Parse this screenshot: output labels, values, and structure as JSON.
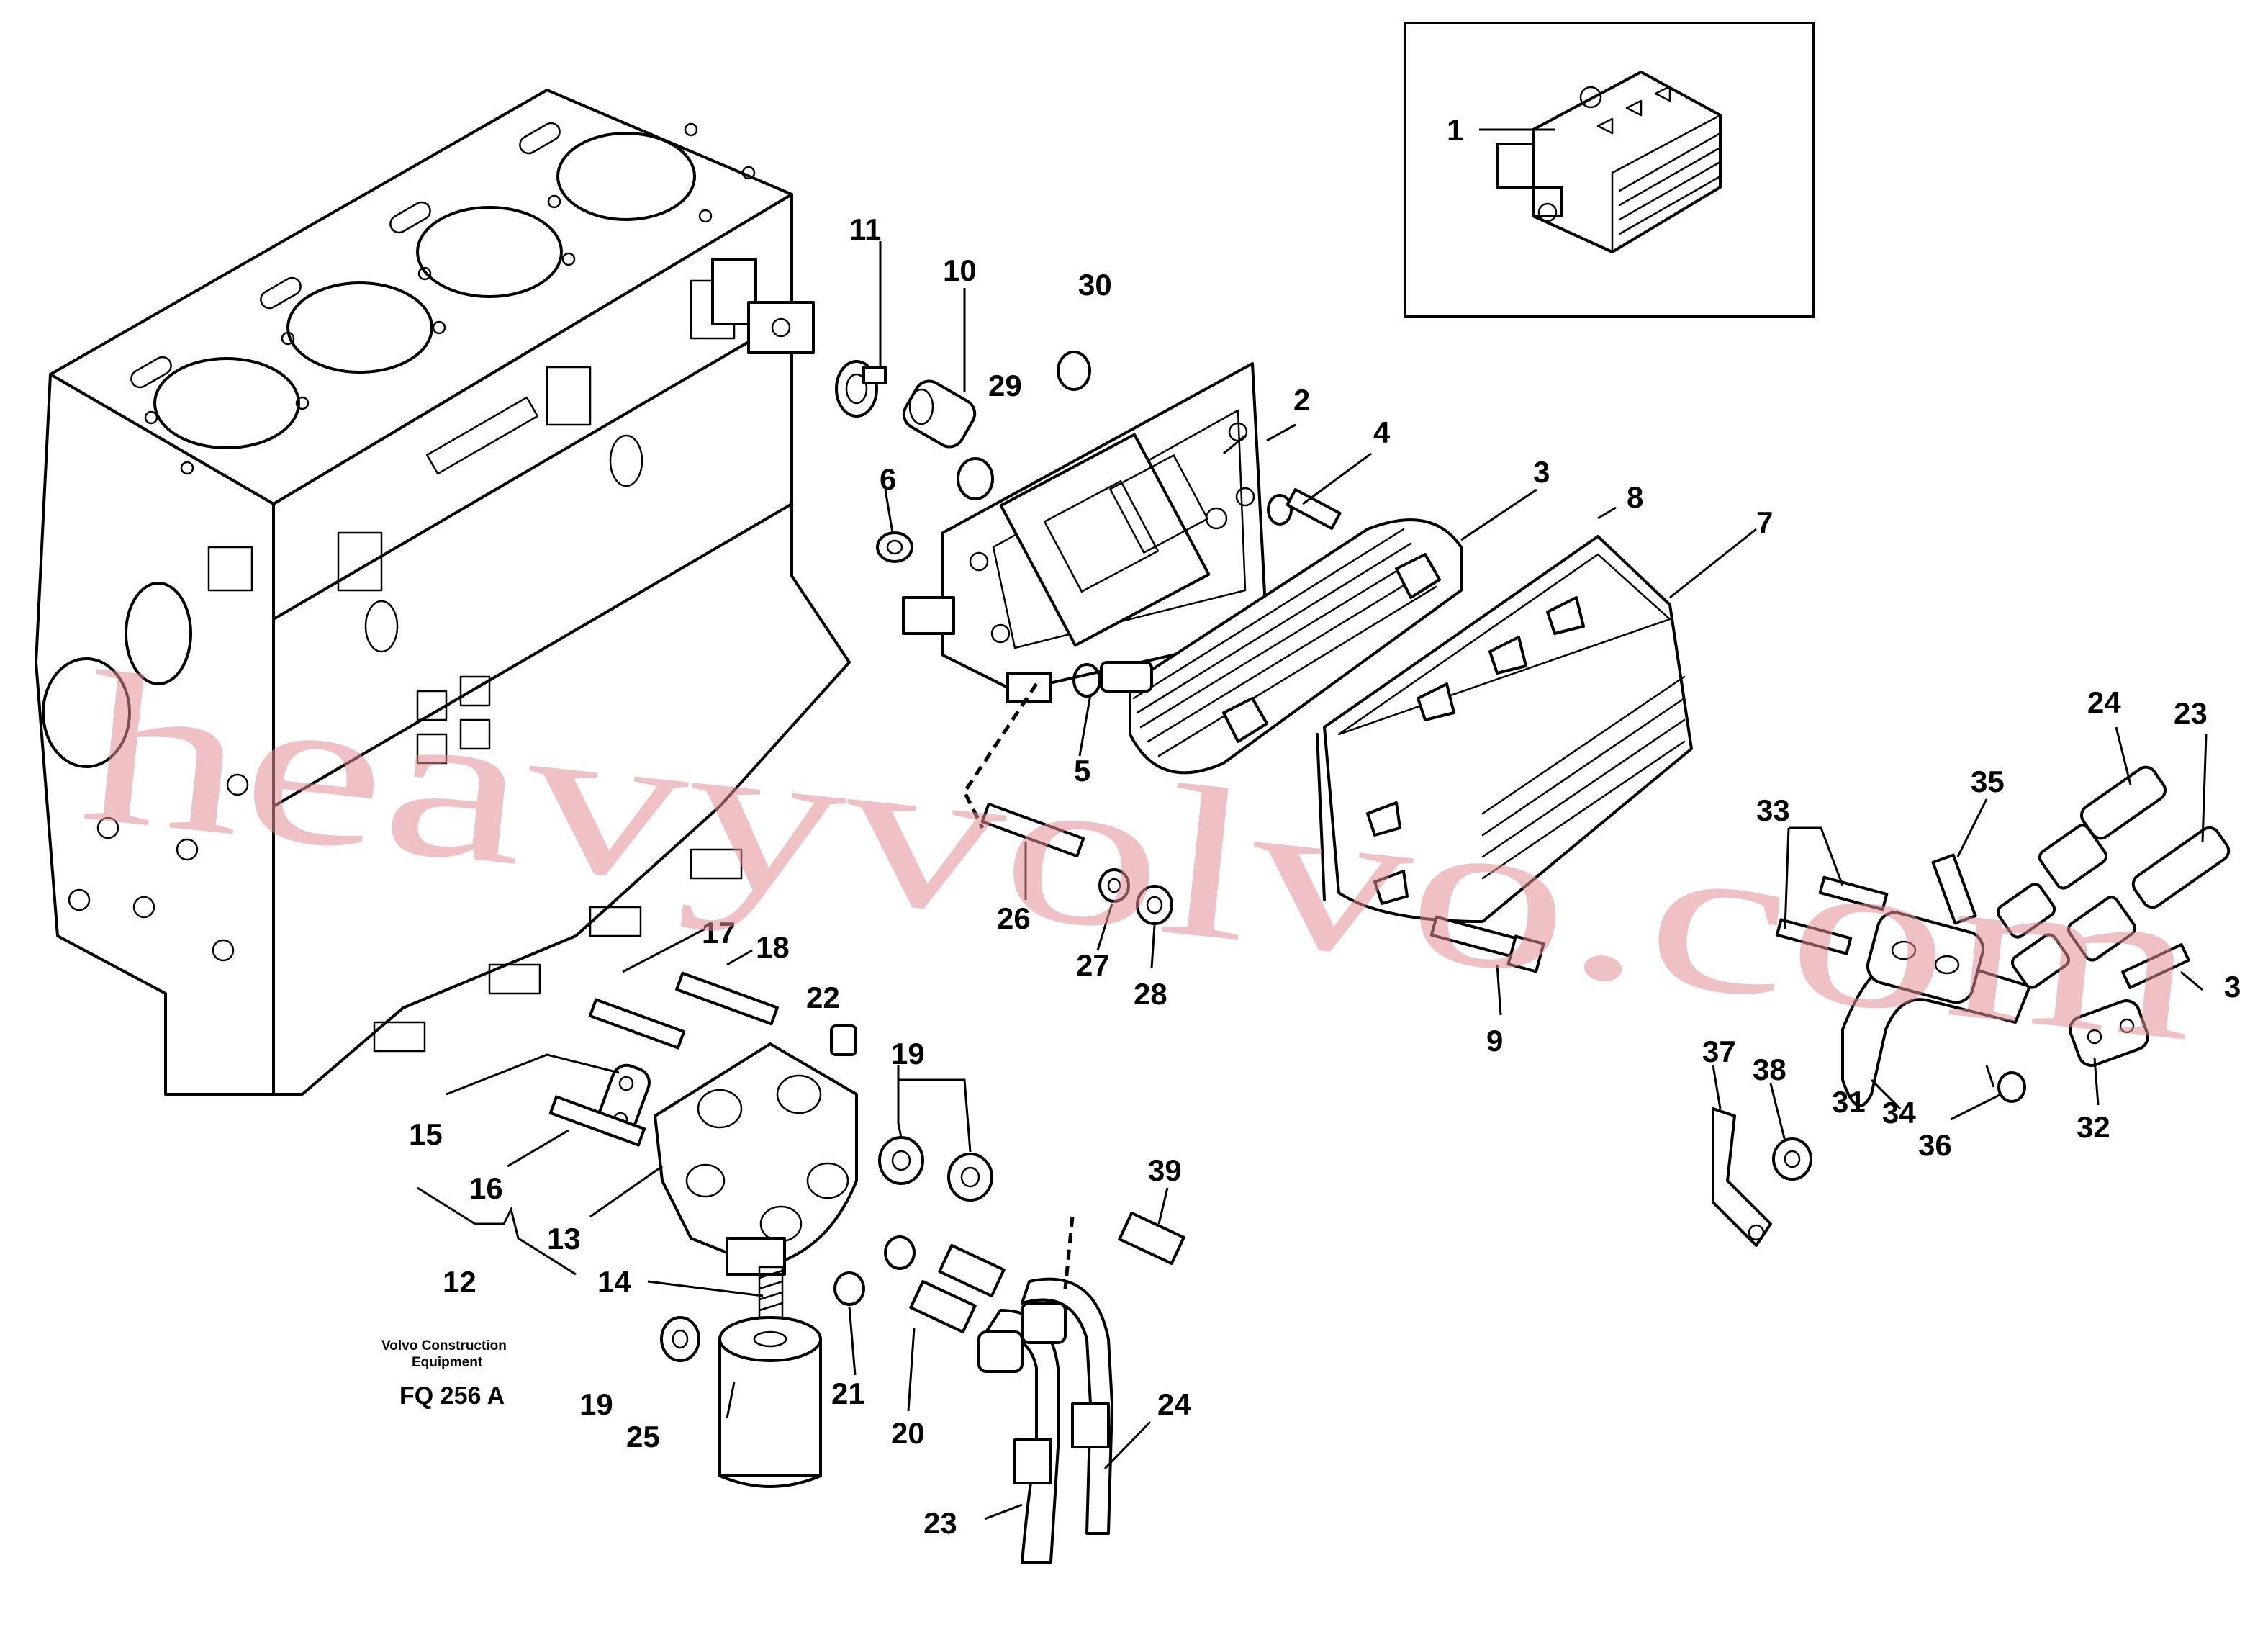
{
  "callouts": {
    "c1": "1",
    "c2": "2",
    "c3a": "3",
    "c3b": "3",
    "c4": "4",
    "c5": "5",
    "c6": "6",
    "c7": "7",
    "c8": "8",
    "c9": "9",
    "c10": "10",
    "c11": "11",
    "c12": "12",
    "c13": "13",
    "c14": "14",
    "c15": "15",
    "c16": "16",
    "c17": "17",
    "c18": "18",
    "c19a": "19",
    "c19b": "19",
    "c20": "20",
    "c21": "21",
    "c22": "22",
    "c23a": "23",
    "c23b": "23",
    "c24a": "24",
    "c24b": "24",
    "c25": "25",
    "c26": "26",
    "c27": "27",
    "c28": "28",
    "c29": "29",
    "c30": "30",
    "c31": "31",
    "c32": "32",
    "c33": "33",
    "c34": "34",
    "c35": "35",
    "c36": "36",
    "c37": "37",
    "c38": "38",
    "c39": "39"
  },
  "caption": {
    "manufacturer": "Volvo Construction",
    "manufacturer_line2": "Equipment",
    "code": "FQ 256 A"
  },
  "watermark": {
    "text": "heavyvolvo.com",
    "color": "#e28e95"
  }
}
